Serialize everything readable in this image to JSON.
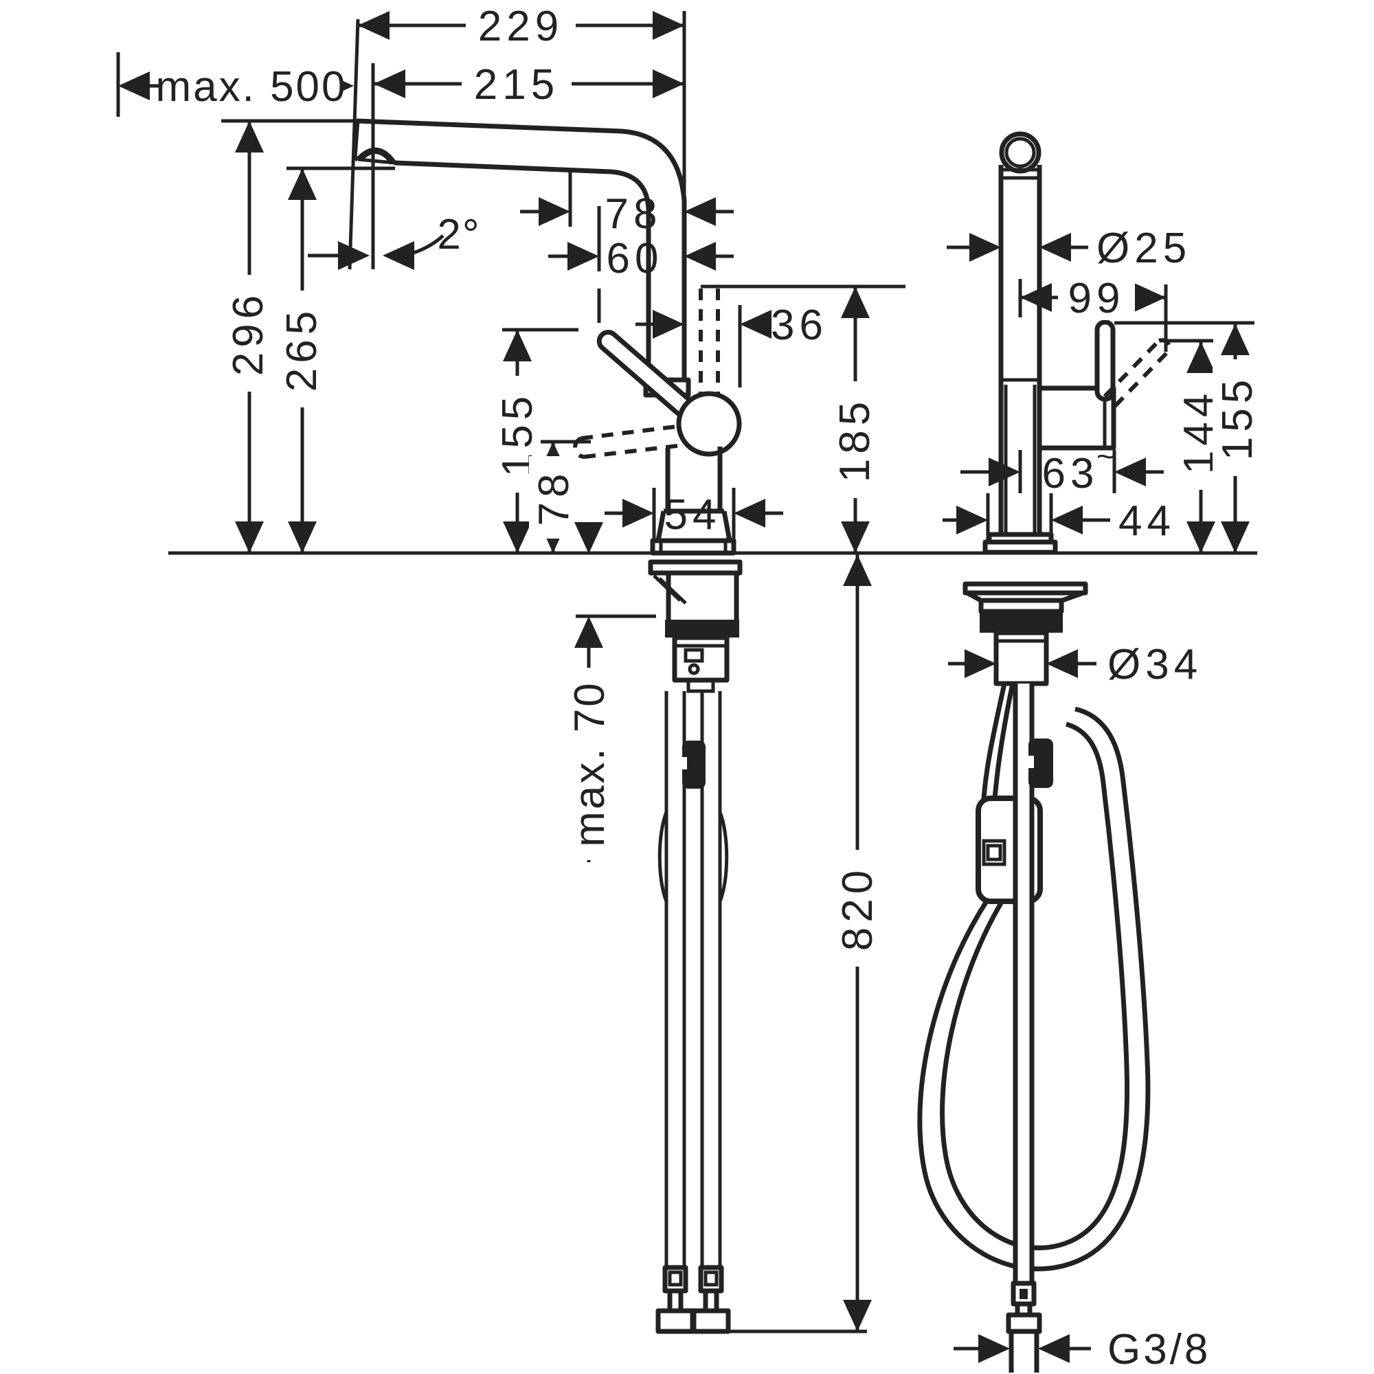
{
  "drawing": {
    "kind": "faucet-installation-dimension-diagram",
    "unit_system": "millimeters",
    "views": [
      "front-profile-with-supply-hoses",
      "side-profile-with-hose-loop"
    ]
  },
  "labels": {
    "reach_overall": "229",
    "reach_spout": "215",
    "max_wall": "max. 500",
    "swivel_angle": "2°",
    "height_total": "296",
    "height_outlet": "265",
    "proj_handle_open": "78",
    "proj_handle_mid": "60",
    "proj_hose_outlet": "36",
    "handle_height": "155",
    "handle_low_height": "78",
    "clearance_under_spout": "185",
    "base_width": "54",
    "deck_thickness": "max. 70",
    "hose_length": "820",
    "pipe_diameter": "Ø25",
    "handle_reach": "99",
    "handle_tip_height": "144",
    "handle_top_height": "155",
    "body_depth": "63",
    "approx_tilde": "~",
    "escutcheon_width": "44",
    "shank_diameter": "Ø34",
    "connection_thread": "G3/8"
  }
}
